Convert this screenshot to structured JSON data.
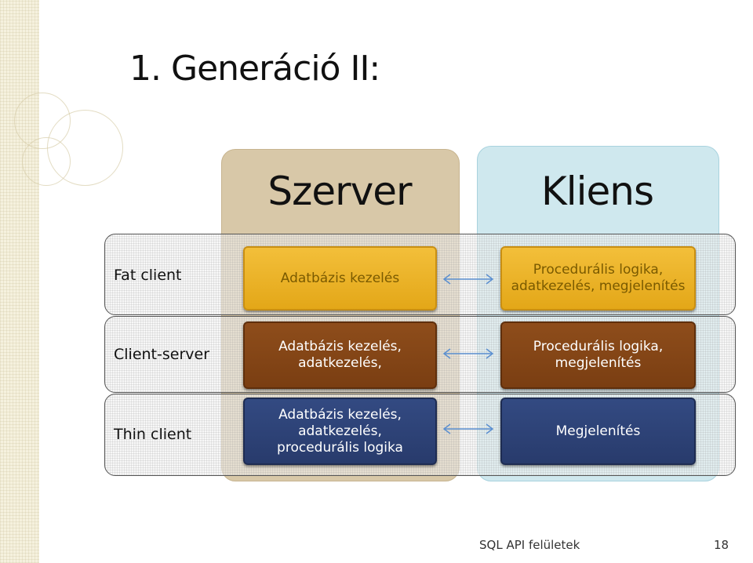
{
  "slide": {
    "title": "1. Generáció II:",
    "columns": {
      "server": "Szerver",
      "client": "Kliens"
    },
    "rows": [
      {
        "label": "Fat client",
        "server_box": "Adatbázis kezelés",
        "client_box": "Procedurális logika,\nadatkezelés, megjelenítés",
        "style": "gold"
      },
      {
        "label": "Client-server",
        "server_box": "Adatbázis kezelés,\nadatkezelés,",
        "client_box": "Procedurális logika,\nmegjelenítés",
        "style": "brown"
      },
      {
        "label": "Thin client",
        "server_box": "Adatbázis kezelés,\nadatkezelés,\nprocedurális logika",
        "client_box": "Megjelenítés",
        "style": "navy"
      }
    ],
    "arrow_color": "#5b8fd0",
    "footer": {
      "text": "SQL API felületek",
      "page": "18"
    }
  }
}
